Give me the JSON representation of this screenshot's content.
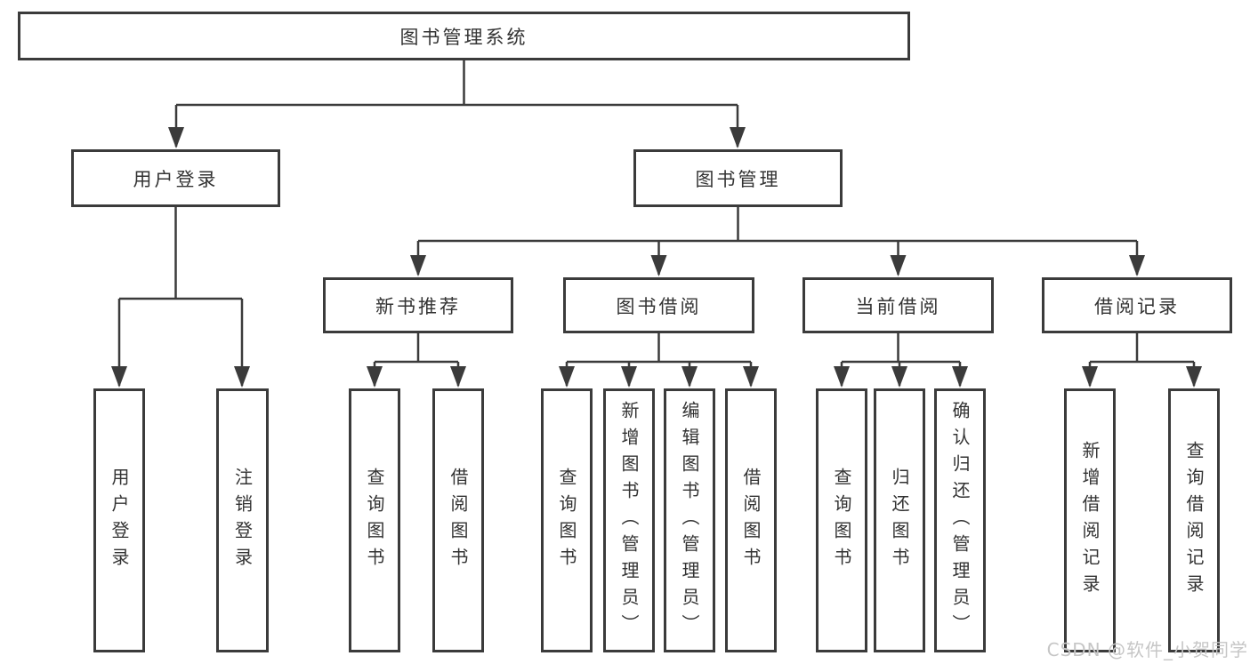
{
  "tree": {
    "root": {
      "label": "图书管理系统"
    },
    "branches": [
      {
        "label": "用户登录",
        "children": [
          {
            "label": "用户登录"
          },
          {
            "label": "注销登录"
          }
        ]
      },
      {
        "label": "图书管理",
        "children": [
          {
            "label": "新书推荐",
            "children": [
              {
                "label": "查询图书"
              },
              {
                "label": "借阅图书"
              }
            ]
          },
          {
            "label": "图书借阅",
            "children": [
              {
                "label": "查询图书"
              },
              {
                "label": "新增图书（管理员）"
              },
              {
                "label": "编辑图书（管理员）"
              },
              {
                "label": "借阅图书"
              }
            ]
          },
          {
            "label": "当前借阅",
            "children": [
              {
                "label": "查询图书"
              },
              {
                "label": "归还图书"
              },
              {
                "label": "确认归还（管理员）"
              }
            ]
          },
          {
            "label": "借阅记录",
            "children": [
              {
                "label": "新增借阅记录"
              },
              {
                "label": "查询借阅记录"
              }
            ]
          }
        ]
      }
    ]
  },
  "watermark": {
    "text": "CSDN @软件_小贺同学"
  },
  "colors": {
    "line": "#3b3b3b",
    "text": "#333333",
    "watermark": "#c6c6c6",
    "background": "#ffffff"
  }
}
